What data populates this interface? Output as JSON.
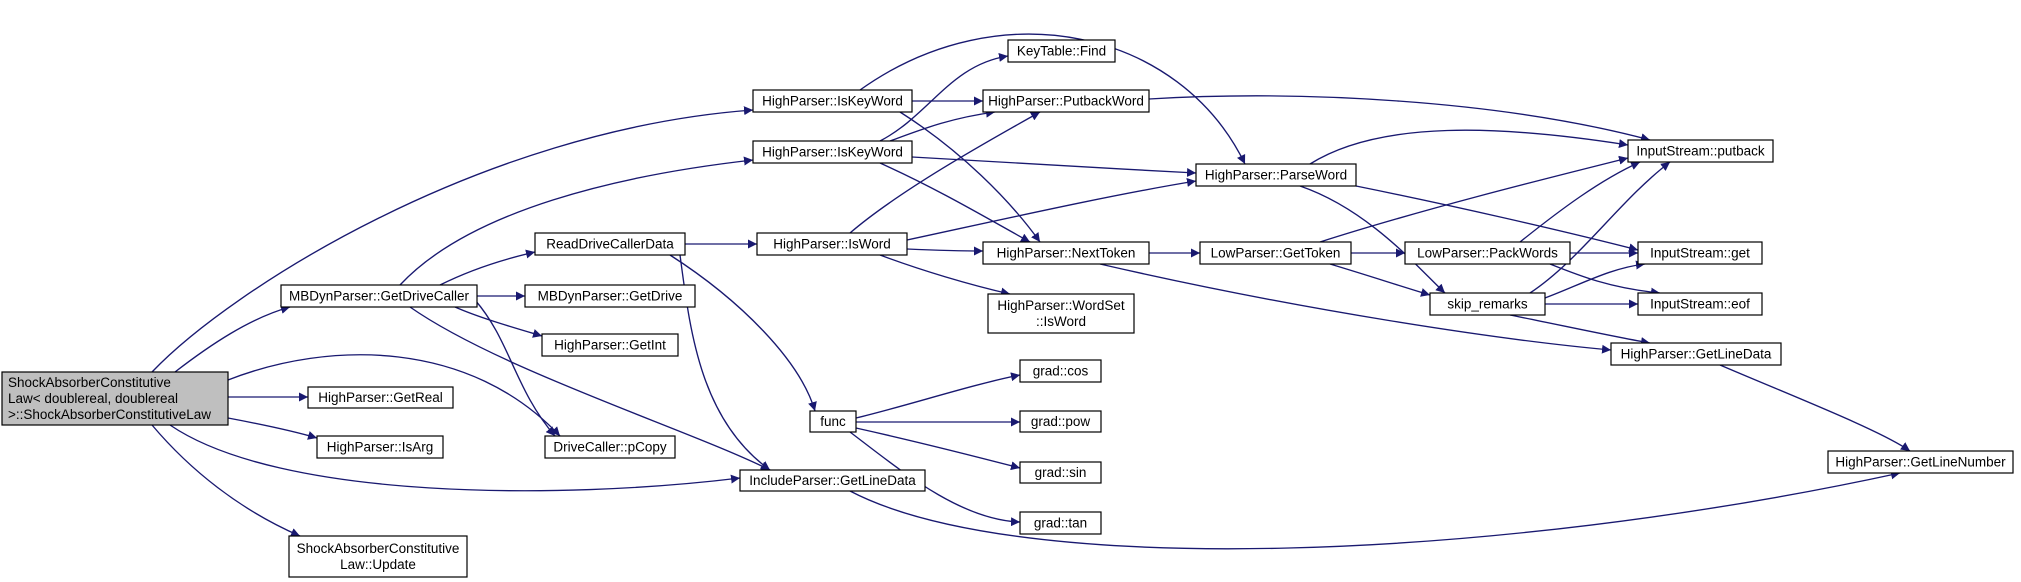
{
  "colors": {
    "edge": "#191970",
    "node_fill": "#ffffff",
    "root_fill": "#bfbfbf",
    "border": "#000000"
  },
  "nodes": [
    {
      "id": "root",
      "lines": [
        "ShockAbsorberConstitutive",
        "Law< doublereal, doublereal",
        ">::ShockAbsorberConstitutiveLaw"
      ],
      "root": true
    },
    {
      "id": "getdrivecaller",
      "lines": [
        "MBDynParser::GetDriveCaller"
      ]
    },
    {
      "id": "getreal",
      "lines": [
        "HighParser::GetReal"
      ]
    },
    {
      "id": "isarg",
      "lines": [
        "HighParser::IsArg"
      ]
    },
    {
      "id": "update",
      "lines": [
        "ShockAbsorberConstitutive",
        "Law::Update"
      ]
    },
    {
      "id": "iskeyword1",
      "lines": [
        "HighParser::IsKeyWord"
      ]
    },
    {
      "id": "iskeyword2",
      "lines": [
        "HighParser::IsKeyWord"
      ]
    },
    {
      "id": "readdrivecallerdata",
      "lines": [
        "ReadDriveCallerData"
      ]
    },
    {
      "id": "getdrive",
      "lines": [
        "MBDynParser::GetDrive"
      ]
    },
    {
      "id": "getint",
      "lines": [
        "HighParser::GetInt"
      ]
    },
    {
      "id": "pcopy",
      "lines": [
        "DriveCaller::pCopy"
      ]
    },
    {
      "id": "includegetlinedata",
      "lines": [
        "IncludeParser::GetLineData"
      ]
    },
    {
      "id": "keytablefind",
      "lines": [
        "KeyTable::Find"
      ]
    },
    {
      "id": "putbackword",
      "lines": [
        "HighParser::PutbackWord"
      ]
    },
    {
      "id": "isword",
      "lines": [
        "HighParser::IsWord"
      ]
    },
    {
      "id": "func",
      "lines": [
        "func"
      ]
    },
    {
      "id": "nexttoken",
      "lines": [
        "HighParser::NextToken"
      ]
    },
    {
      "id": "wordsetisword",
      "lines": [
        "HighParser::WordSet",
        "::IsWord"
      ]
    },
    {
      "id": "gradcos",
      "lines": [
        "grad::cos"
      ]
    },
    {
      "id": "gradpow",
      "lines": [
        "grad::pow"
      ]
    },
    {
      "id": "gradsin",
      "lines": [
        "grad::sin"
      ]
    },
    {
      "id": "gradtan",
      "lines": [
        "grad::tan"
      ]
    },
    {
      "id": "parseword",
      "lines": [
        "HighParser::ParseWord"
      ]
    },
    {
      "id": "gettoken",
      "lines": [
        "LowParser::GetToken"
      ]
    },
    {
      "id": "packwords",
      "lines": [
        "LowParser::PackWords"
      ]
    },
    {
      "id": "skipremarks",
      "lines": [
        "skip_remarks"
      ]
    },
    {
      "id": "putback",
      "lines": [
        "InputStream::putback"
      ]
    },
    {
      "id": "get",
      "lines": [
        "InputStream::get"
      ]
    },
    {
      "id": "eof",
      "lines": [
        "InputStream::eof"
      ]
    },
    {
      "id": "highgetlinedata",
      "lines": [
        "HighParser::GetLineData"
      ]
    },
    {
      "id": "getlinenumber",
      "lines": [
        "HighParser::GetLineNumber"
      ]
    }
  ],
  "edges": [
    {
      "from": "root",
      "to": "iskeyword1"
    },
    {
      "from": "root",
      "to": "getdrivecaller"
    },
    {
      "from": "root",
      "to": "getreal"
    },
    {
      "from": "root",
      "to": "isarg"
    },
    {
      "from": "root",
      "to": "update"
    },
    {
      "from": "root",
      "to": "pcopy"
    },
    {
      "from": "root",
      "to": "includegetlinedata"
    },
    {
      "from": "getdrivecaller",
      "to": "iskeyword2"
    },
    {
      "from": "getdrivecaller",
      "to": "readdrivecallerdata"
    },
    {
      "from": "getdrivecaller",
      "to": "getdrive"
    },
    {
      "from": "getdrivecaller",
      "to": "getint"
    },
    {
      "from": "getdrivecaller",
      "to": "pcopy"
    },
    {
      "from": "getdrivecaller",
      "to": "includegetlinedata"
    },
    {
      "from": "iskeyword1",
      "to": "putbackword"
    },
    {
      "from": "iskeyword1",
      "to": "parseword"
    },
    {
      "from": "iskeyword1",
      "to": "nexttoken"
    },
    {
      "from": "iskeyword2",
      "to": "keytablefind"
    },
    {
      "from": "iskeyword2",
      "to": "putbackword"
    },
    {
      "from": "iskeyword2",
      "to": "parseword"
    },
    {
      "from": "iskeyword2",
      "to": "nexttoken"
    },
    {
      "from": "readdrivecallerdata",
      "to": "isword"
    },
    {
      "from": "readdrivecallerdata",
      "to": "func"
    },
    {
      "from": "readdrivecallerdata",
      "to": "includegetlinedata"
    },
    {
      "from": "isword",
      "to": "putbackword"
    },
    {
      "from": "isword",
      "to": "parseword"
    },
    {
      "from": "isword",
      "to": "nexttoken"
    },
    {
      "from": "isword",
      "to": "wordsetisword"
    },
    {
      "from": "func",
      "to": "gradcos"
    },
    {
      "from": "func",
      "to": "gradpow"
    },
    {
      "from": "func",
      "to": "gradsin"
    },
    {
      "from": "func",
      "to": "gradtan"
    },
    {
      "from": "putbackword",
      "to": "putback"
    },
    {
      "from": "parseword",
      "to": "putback"
    },
    {
      "from": "parseword",
      "to": "get"
    },
    {
      "from": "parseword",
      "to": "skipremarks"
    },
    {
      "from": "nexttoken",
      "to": "gettoken"
    },
    {
      "from": "nexttoken",
      "to": "highgetlinedata"
    },
    {
      "from": "gettoken",
      "to": "putback"
    },
    {
      "from": "gettoken",
      "to": "packwords"
    },
    {
      "from": "gettoken",
      "to": "skipremarks"
    },
    {
      "from": "packwords",
      "to": "putback"
    },
    {
      "from": "packwords",
      "to": "get"
    },
    {
      "from": "packwords",
      "to": "eof"
    },
    {
      "from": "skipremarks",
      "to": "putback"
    },
    {
      "from": "skipremarks",
      "to": "get"
    },
    {
      "from": "skipremarks",
      "to": "eof"
    },
    {
      "from": "skipremarks",
      "to": "highgetlinedata"
    },
    {
      "from": "highgetlinedata",
      "to": "getlinenumber"
    },
    {
      "from": "includegetlinedata",
      "to": "getlinenumber"
    }
  ]
}
